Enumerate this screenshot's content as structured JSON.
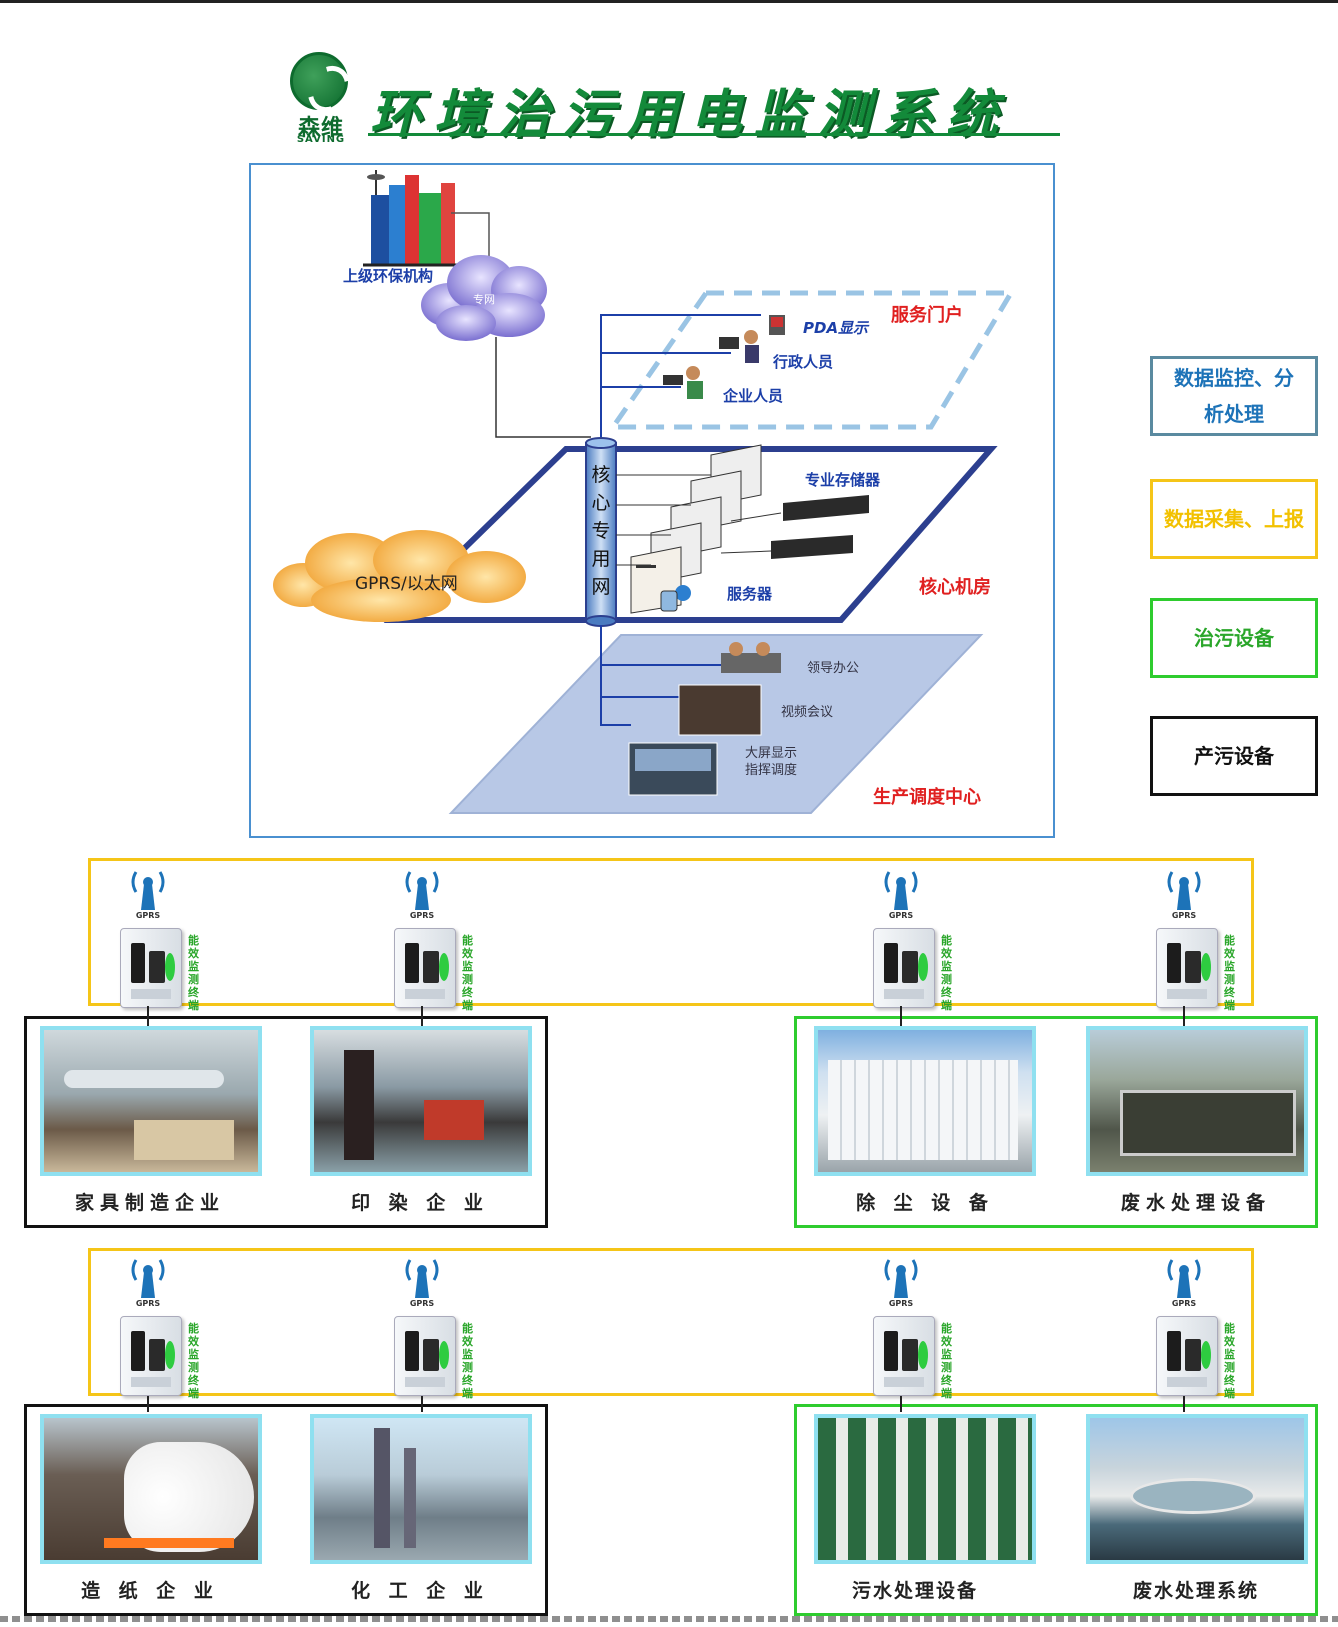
{
  "header": {
    "logo_cn": "森维",
    "logo_en": "SAVING",
    "title": "环境治污用电监测系统"
  },
  "diagram": {
    "upper_agency": "上级环保机构",
    "private_net": "专网",
    "service_portal": "服务门户",
    "pda": "PDA显示",
    "admin_staff": "行政人员",
    "enterprise_staff": "企业人员",
    "core_network": [
      "核",
      "心",
      "专",
      "用",
      "网"
    ],
    "storage": "专业存储器",
    "server": "服务器",
    "core_room": "核心机房",
    "gprs_ethernet": "GPRS/以太网",
    "leader_office": "领导办公",
    "video_conf": "视频会议",
    "big_screen_1": "大屏显示",
    "big_screen_2": "指挥调度",
    "dispatch_center": "生产调度中心"
  },
  "legend": {
    "monitor": "数据监控、分析处理",
    "collect": "数据采集、上报",
    "treatment": "治污设备",
    "polluting": "产污设备"
  },
  "terminal": {
    "gprs": "GPRS",
    "label": "能效监测终端"
  },
  "row1": {
    "polluting": [
      "家具制造企业",
      "印 染 企 业"
    ],
    "treatment": [
      "除 尘 设 备",
      "废水处理设备"
    ]
  },
  "row2": {
    "polluting": [
      "造 纸 企 业",
      "化 工 企 业"
    ],
    "treatment": [
      "污水处理设备",
      "废水处理系统"
    ]
  },
  "colors": {
    "title_green": "#138a3a",
    "frame_blue": "#4a90d0",
    "collect_yellow": "#f5c518",
    "treatment_green": "#2ecc2e",
    "polluting_black": "#111111",
    "label_red": "#e02020",
    "label_blue": "#1c3fa8"
  }
}
